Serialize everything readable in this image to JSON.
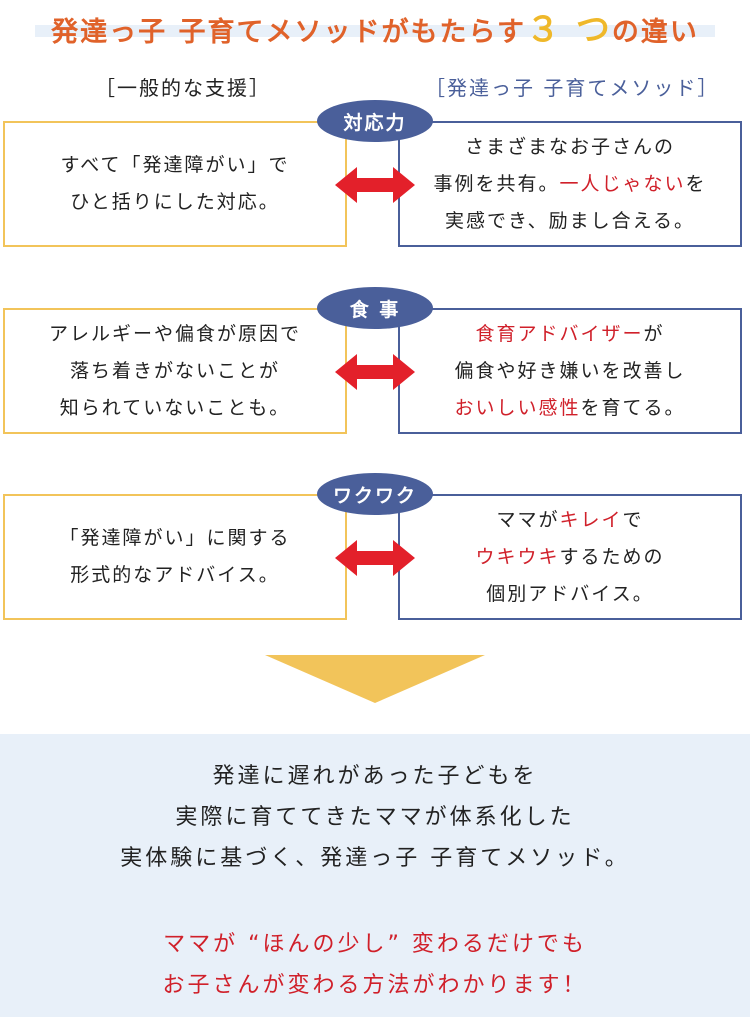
{
  "title": {
    "pre": "発達っ子 子育てメソッドがもたらす",
    "num": "３ つ",
    "post": "の違い"
  },
  "headers": {
    "left": "［一般的な支援］",
    "right": "［発達っ子 子育てメソッド］"
  },
  "rows": [
    {
      "badge": "対応力",
      "left": [
        "すべて「発達障がい」で",
        "ひと括りにした対応。"
      ],
      "right": {
        "l1": "さまざまなお子さんの",
        "l2a": "事例を共有。",
        "l2r": "一人じゃない",
        "l2b": "を",
        "l3": "実感でき、励まし合える。"
      }
    },
    {
      "badge": "食 事",
      "left": [
        "アレルギーや偏食が原因で",
        "落ち着きがないことが",
        "知られていないことも。"
      ],
      "right": {
        "l1r": "食育アドバイザー",
        "l1b": "が",
        "l2": "偏食や好き嫌いを改善し",
        "l3r": "おいしい感性",
        "l3b": "を育てる。"
      }
    },
    {
      "badge": "ワクワク",
      "left": [
        "「発達障がい」に関する",
        "形式的なアドバイス。"
      ],
      "right": {
        "l1a": "ママが",
        "l1r": "キレイ",
        "l1b": "で",
        "l2r": "ウキウキ",
        "l2b": "するための",
        "l3": "個別アドバイス。"
      }
    }
  ],
  "bottom": {
    "lines": [
      "発達に遅れがあった子どもを",
      "実際に育ててきたママが体系化した",
      "実体験に基づく、発達っ子 子育てメソッド。"
    ],
    "highlight": [
      "ママが “ほんの少し” 変わるだけでも",
      "お子さんが変わる方法がわかります！"
    ]
  },
  "colors": {
    "orange": "#e0622a",
    "yellow": "#efb82a",
    "navy": "#4a5f9a",
    "red": "#d0202a",
    "lightblue": "#e8f0f9"
  }
}
